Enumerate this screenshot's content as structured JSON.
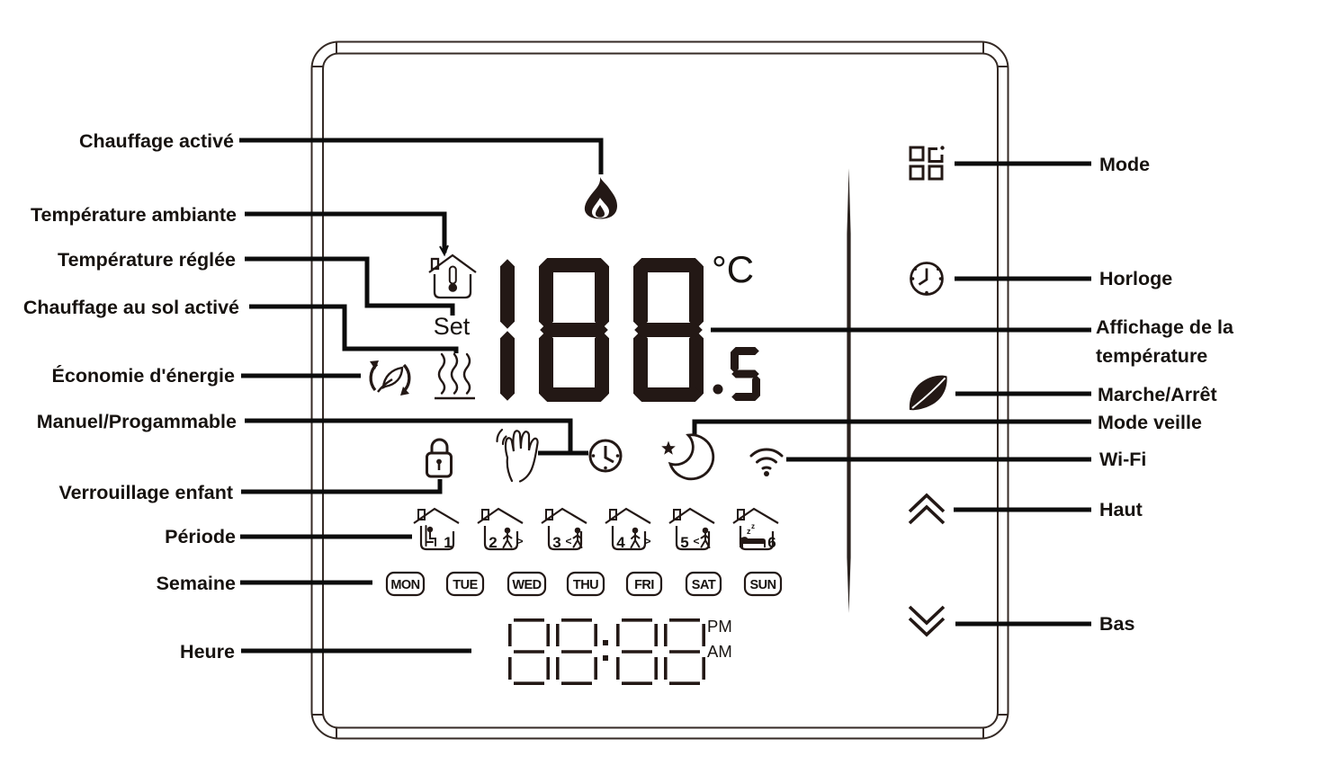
{
  "left_labels": {
    "heating_active": "Chauffage activé",
    "ambient_temperature": "Température ambiante",
    "set_temperature": "Température réglée",
    "floor_heating_active": "Chauffage au sol activé",
    "energy_saving": "Économie d'énergie",
    "manual_programmable": "Manuel/Progammable",
    "child_lock": "Verrouillage enfant",
    "period": "Période",
    "week": "Semaine",
    "time": "Heure"
  },
  "right_labels": {
    "mode": "Mode",
    "clock": "Horloge",
    "temperature_display": [
      "Affichage de la",
      "température"
    ],
    "power": "Marche/Arrêt",
    "sleep": "Mode veille",
    "wifi": "Wi-Fi",
    "up": "Haut",
    "down": "Bas"
  },
  "display": {
    "set_label": "Set",
    "temperature_integer": "188",
    "temperature_decimal": "5",
    "temperature_unit": "°C",
    "clock_time": "88:88",
    "meridiem_pm": "PM",
    "meridiem_am": "AM",
    "week_days": [
      "MON",
      "TUE",
      "WED",
      "THU",
      "FRI",
      "SAT",
      "SUN"
    ],
    "period_numbers": [
      "1",
      "2",
      "3",
      "4",
      "5",
      "6"
    ],
    "period_marker_next": ">",
    "period_marker_prev": "<",
    "sleep_z": "z"
  },
  "icons": {
    "display_icons": [
      "flame-icon",
      "house-thermometer-icon",
      "floor-heating-icon",
      "energy-saving-icon",
      "lock-icon",
      "hand-icon",
      "clock-icon",
      "moon-star-icon",
      "wifi-icon",
      "period-house-icons",
      "bed-icon"
    ],
    "button_icons": [
      "mode-grid-icon",
      "clock-icon",
      "leaf-power-icon",
      "chevrons-up-icon",
      "chevrons-down-icon"
    ]
  },
  "colors": {
    "ink": "#231815",
    "label": "#171310",
    "line": "#0c0c0c",
    "frame": "#352a25",
    "background": "#ffffff"
  }
}
